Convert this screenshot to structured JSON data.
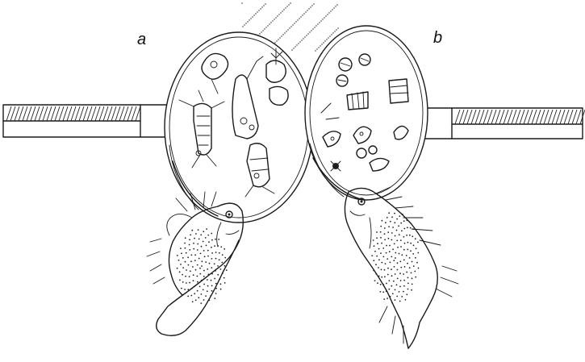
{
  "labels": {
    "a": "a",
    "b": "b"
  },
  "icons": {
    "left_handle": "wooden-handle",
    "right_handle": "wooden-handle",
    "left_lens": "magnifier-lens-zooplankton",
    "right_lens": "magnifier-lens-phytoplankton",
    "left_fish": "tilapia-fish",
    "right_fish": "tilapia-fish"
  }
}
